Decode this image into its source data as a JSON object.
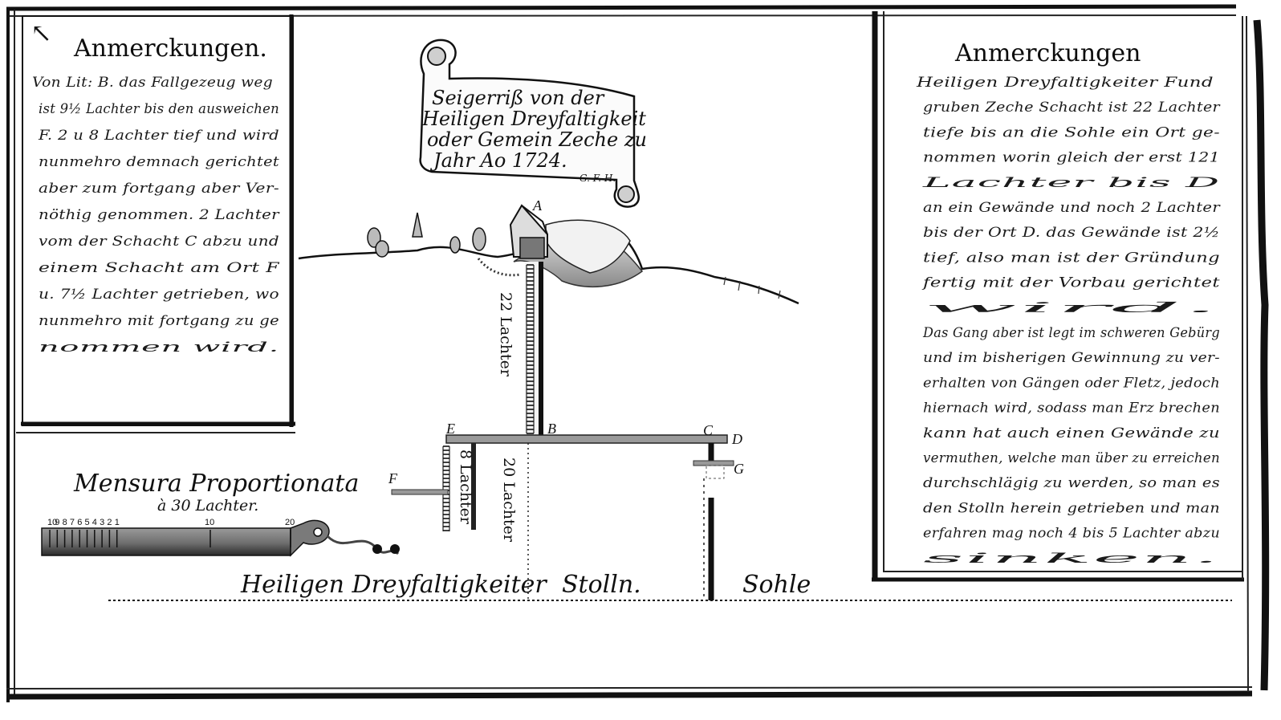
{
  "document": {
    "type": "mine cross-section manuscript drawing",
    "year": "1724"
  },
  "title_banner": {
    "lines": [
      "Seigerriß von der",
      "Heiligen Dreyfaltigkeit",
      "oder Gemein Zeche zu ",
      "Jahr Ao 1724."
    ],
    "small_note": "G. F. H."
  },
  "left_panel": {
    "corner_mark": "↖",
    "title": "Anmerckungen.",
    "lines": [
      "Von Lit: B. das Fallgezeug weg",
      "ist 9½ Lachter bis den ausweichen",
      "F. 2 u 8 Lachter tief und wird",
      "nunmehro demnach gerichtet",
      "aber zum fortgang aber Ver-",
      "nöthig genommen. 2 Lachter",
      "vom der Schacht C abzu und",
      "einem Schacht am Ort F",
      "u. 7½ Lachter getrieben, wo",
      "nunmehro mit fortgang zu ge",
      "nommen wird."
    ]
  },
  "right_panel": {
    "title": "Anmerckungen",
    "lines": [
      "Heiligen Dreyfaltigkeiter Fund",
      "gruben Zeche Schacht ist 22 Lachter",
      "tiefe bis an die Sohle ein Ort ge-",
      "nommen worin gleich der erst 121",
      "Lachter bis D",
      "an ein Gewände und noch 2 Lachter",
      "bis der Ort D. das Gewände ist 2½",
      "tief, also man ist der Gründung",
      "fertig mit der Vorbau gerichtet",
      "wird.",
      "Das Gang aber ist legt im schweren Gebürg",
      "und im bisherigen Gewinnung zu ver-",
      "erhalten von Gängen oder Fletz, jedoch",
      "hiernach wird, sodass man Erz brechen",
      "kann hat auch einen Gewände zu",
      "vermuthen, welche man über zu erreichen",
      "durchschlägig zu werden, so man es",
      "den Stolln herein getrieben und man",
      "erfahren mag noch 4 bis 5 Lachter abzu",
      "sinken."
    ]
  },
  "scale": {
    "title": "Mensura Proportionata",
    "subtitle": "à 30 Lachter.",
    "ticks": [
      "10",
      "9",
      "8",
      "7",
      "6",
      "5",
      "4",
      "3",
      "2",
      "1",
      "10",
      "20"
    ]
  },
  "diagram_labels": {
    "A": "A",
    "B": "B",
    "C": "C",
    "D": "D",
    "E": "E",
    "F": "F",
    "G": "G",
    "shaft_main": "22 Lachter",
    "shaft_left": "8 Lachter",
    "shaft_dotted": "20 Lachter"
  },
  "bottom_labels": {
    "name": "Heiligen Dreyfaltigkeiter",
    "stolln": "Stolln.",
    "sohle": "Sohle"
  }
}
